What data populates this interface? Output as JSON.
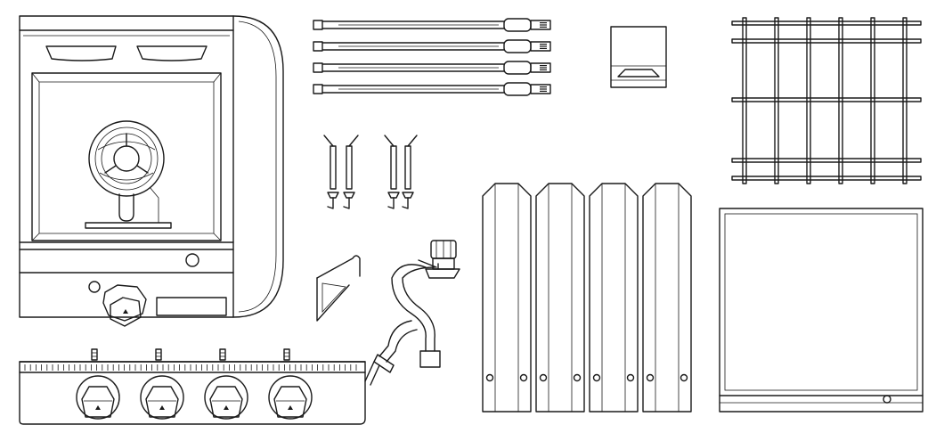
{
  "diagram": {
    "type": "parts-exploded-view",
    "background": "#ffffff",
    "line_color": "#1a1a1a",
    "parts": [
      {
        "name": "side-burner-assembly",
        "icon": "side-burner-icon",
        "qty": 1
      },
      {
        "name": "control-panel",
        "icon": "control-panel-icon",
        "qty": 1,
        "knobs": 4
      },
      {
        "name": "tube-burner",
        "icon": "tube-burner-icon",
        "qty": 4
      },
      {
        "name": "electrode",
        "icon": "electrode-icon",
        "qty": 4
      },
      {
        "name": "heat-shield-bracket",
        "icon": "bracket-icon",
        "qty": 1
      },
      {
        "name": "gas-hose-regulator",
        "icon": "hose-regulator-icon",
        "qty": 1
      },
      {
        "name": "manifold-cover",
        "icon": "cover-plate-icon",
        "qty": 1
      },
      {
        "name": "flame-tamer",
        "icon": "flame-tamer-icon",
        "qty": 4
      },
      {
        "name": "cooking-grate",
        "icon": "grate-icon",
        "qty": 1
      },
      {
        "name": "grease-tray",
        "icon": "grease-tray-icon",
        "qty": 1
      }
    ]
  }
}
